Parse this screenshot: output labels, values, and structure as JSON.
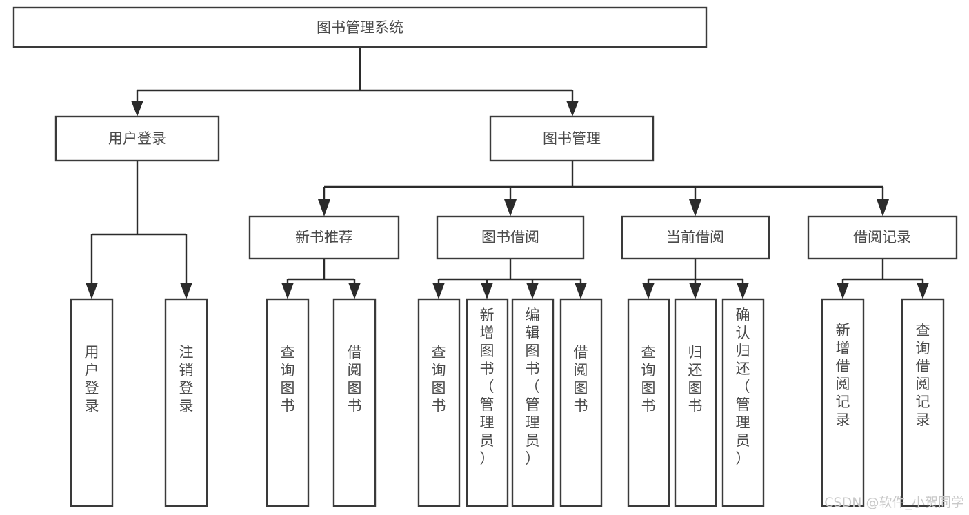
{
  "diagram": {
    "title": "图书管理系统",
    "type": "tree-hierarchy-chart",
    "orientation": "top-down",
    "colors": {
      "box_stroke": "#3a3a3a",
      "box_fill": "#ffffff",
      "connector": "#2b2b2b",
      "label_text": "#4a4a4a",
      "watermark": "#c9c9c9",
      "background": "#ffffff"
    },
    "nodes": {
      "root": {
        "label": "图书管理系统"
      },
      "level2": [
        {
          "id": "user-login",
          "label": "用户登录"
        },
        {
          "id": "book-manage",
          "label": "图书管理"
        }
      ],
      "level3": [
        {
          "id": "new-book-recommend",
          "label": "新书推荐"
        },
        {
          "id": "book-borrow",
          "label": "图书借阅"
        },
        {
          "id": "current-borrow",
          "label": "当前借阅"
        },
        {
          "id": "borrow-record",
          "label": "借阅记录"
        }
      ],
      "leaves": {
        "user-login": [
          {
            "id": "leaf-user-login",
            "label": "用户登录"
          },
          {
            "id": "leaf-user-logout",
            "label": "注销登录"
          }
        ],
        "new-book-recommend": [
          {
            "id": "leaf-query-book-1",
            "label": "查询图书"
          },
          {
            "id": "leaf-borrow-book-1",
            "label": "借阅图书"
          }
        ],
        "book-borrow": [
          {
            "id": "leaf-query-book-2",
            "label": "查询图书"
          },
          {
            "id": "leaf-add-book",
            "label": "新增图书（管理员）"
          },
          {
            "id": "leaf-edit-book",
            "label": "编辑图书（管理员）"
          },
          {
            "id": "leaf-borrow-book-2",
            "label": "借阅图书"
          }
        ],
        "current-borrow": [
          {
            "id": "leaf-query-book-3",
            "label": "查询图书"
          },
          {
            "id": "leaf-return-book",
            "label": "归还图书"
          },
          {
            "id": "leaf-confirm-return",
            "label": "确认归还（管理员）"
          }
        ],
        "borrow-record": [
          {
            "id": "leaf-add-record",
            "label": "新增借阅记录"
          },
          {
            "id": "leaf-query-record",
            "label": "查询借阅记录"
          }
        ]
      }
    },
    "watermark": "CSDN @软件_小贺同学"
  }
}
